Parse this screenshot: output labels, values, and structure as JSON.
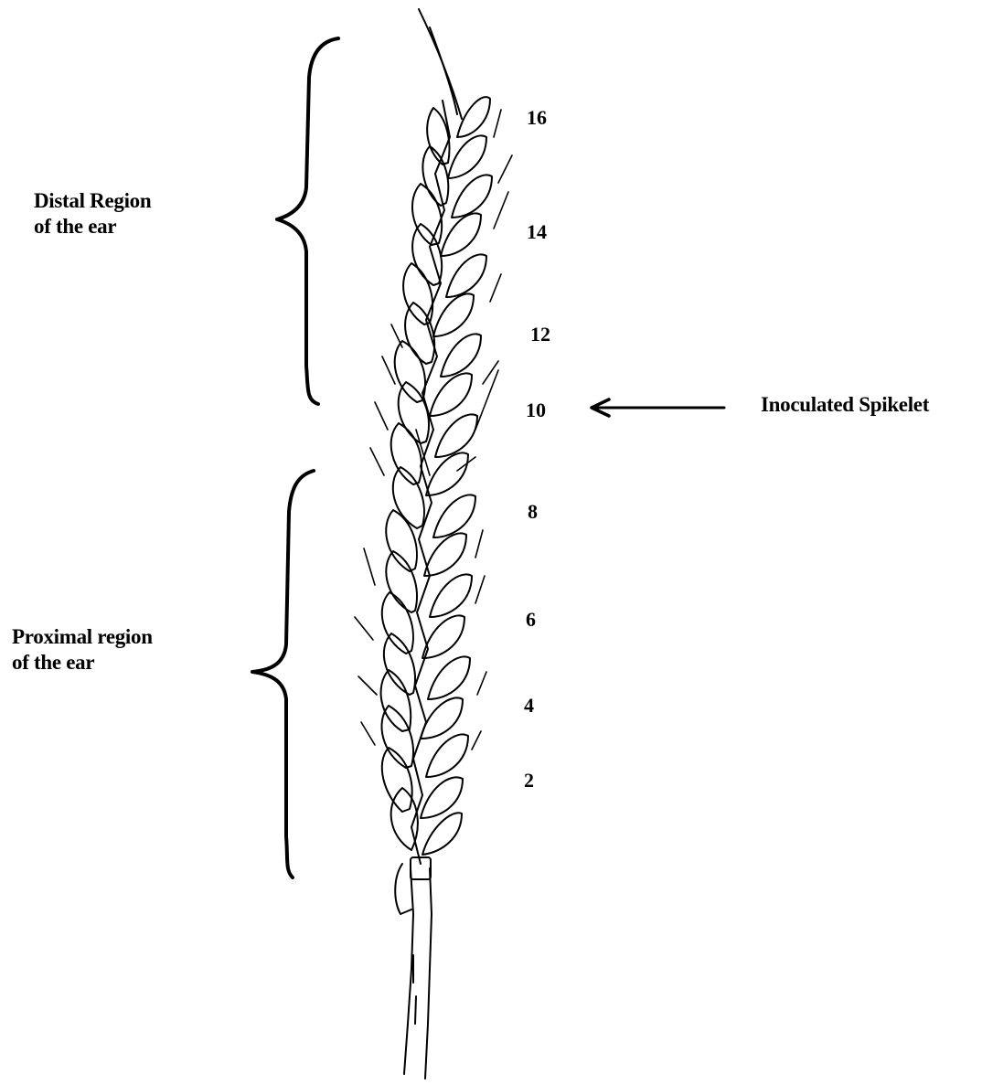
{
  "diagram": {
    "regions": {
      "distal": {
        "line1": "Distal Region",
        "line2": "of the ear"
      },
      "proximal": {
        "line1": "Proximal region",
        "line2": "of the ear"
      }
    },
    "spikelet_numbers": [
      "16",
      "14",
      "12",
      "10",
      "8",
      "6",
      "4",
      "2"
    ],
    "inoculated_label": "Inoculated Spikelet",
    "colors": {
      "ink": "#000000",
      "background": "#ffffff"
    }
  }
}
